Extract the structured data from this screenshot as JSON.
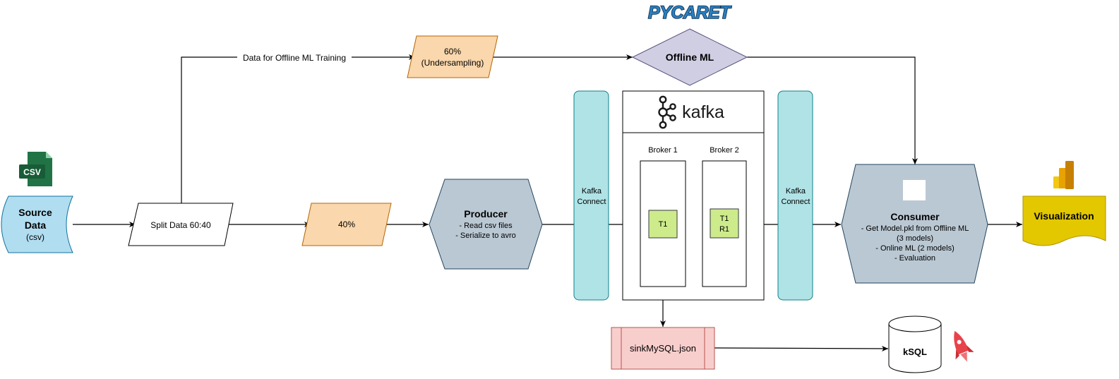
{
  "logos": {
    "pycaret": "PYCARET",
    "kafka": "kafka",
    "csv_icon": "CSV"
  },
  "nodes": {
    "source": {
      "title_line1": "Source",
      "title_line2": "Data",
      "subtitle": "(csv)"
    },
    "split": {
      "label": "Split Data 60:40"
    },
    "offline_split": {
      "line1": "60%",
      "line2": "(Undersampling)"
    },
    "online_split": {
      "label": "40%"
    },
    "offline_ml": {
      "label": "Offline ML"
    },
    "producer": {
      "title": "Producer",
      "line1": "- Read csv files",
      "line2": "- Serialize to avro"
    },
    "kafka_connect_left": {
      "line1": "Kafka",
      "line2": "Connect"
    },
    "kafka_connect_right": {
      "line1": "Kafka",
      "line2": "Connect"
    },
    "broker1": {
      "label": "Broker 1",
      "topic": "T1"
    },
    "broker2": {
      "label": "Broker 2",
      "topic_line1": "T1",
      "topic_line2": "R1"
    },
    "consumer": {
      "title": "Consumer",
      "line1": "- Get Model.pkl from Offline ML",
      "line2": "(3 models)",
      "line3": "- Online ML (2 models)",
      "line4": "- Evaluation"
    },
    "visualization": {
      "label": "Visualization"
    },
    "sink": {
      "label": "sinkMySQL.json"
    },
    "ksql": {
      "label": "kSQL"
    }
  },
  "edges": {
    "offline_training_label": "Data for Offline ML Training"
  },
  "colors": {
    "source_fill": "#b1ddf0",
    "source_stroke": "#10739e",
    "split_fill": "#fad7ac",
    "split_stroke": "#b46504",
    "offline_fill": "#d0cee2",
    "offline_stroke": "#56517e",
    "producer_fill": "#bac8d3",
    "producer_stroke": "#23445d",
    "connect_fill": "#b0e3e6",
    "connect_stroke": "#0e8088",
    "topic_fill": "#cdeb8b",
    "topic_stroke": "#36393d",
    "viz_fill": "#e3c800",
    "viz_stroke": "#b09500",
    "sink_fill": "#f8cecc",
    "sink_stroke": "#b85450"
  }
}
